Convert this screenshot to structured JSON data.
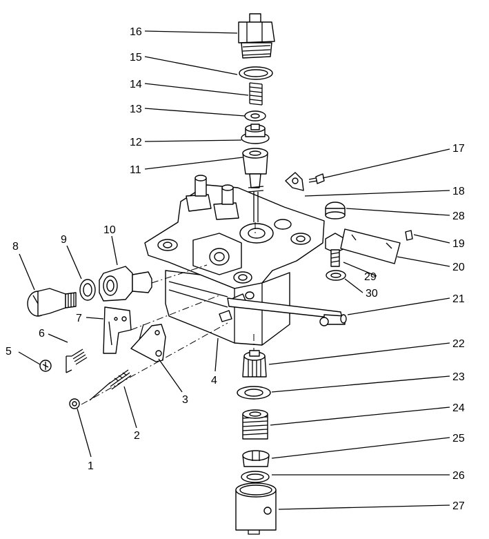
{
  "diagram": {
    "callouts": [
      "1",
      "2",
      "3",
      "4",
      "5",
      "6",
      "7",
      "8",
      "9",
      "10",
      "11",
      "12",
      "13",
      "14",
      "15",
      "16",
      "17",
      "18",
      "19",
      "20",
      "21",
      "22",
      "23",
      "24",
      "25",
      "26",
      "27",
      "28",
      "29",
      "30"
    ]
  },
  "colors": {
    "line": "#000000",
    "background": "#ffffff"
  }
}
